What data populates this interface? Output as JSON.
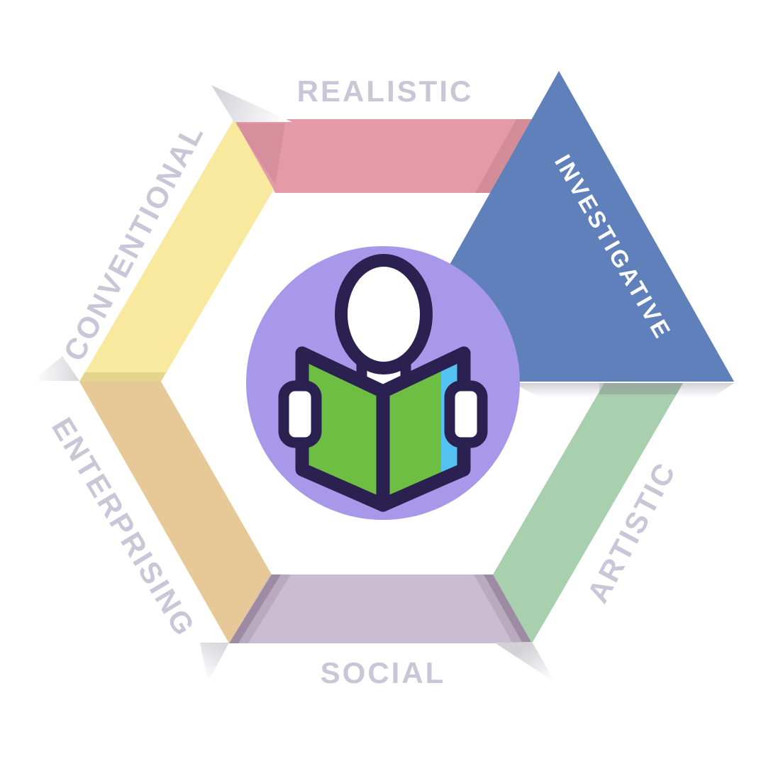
{
  "diagram": {
    "type": "riasec-hexagon",
    "segments": [
      {
        "id": "realistic",
        "label": "REALISTIC",
        "color": "#e59aa7",
        "selected": false
      },
      {
        "id": "investigative",
        "label": "INVESTIGATIVE",
        "color": "#5f80ba",
        "selected": true
      },
      {
        "id": "artistic",
        "label": "ARTISTIC",
        "color": "#a8cfae",
        "selected": false
      },
      {
        "id": "social",
        "label": "SOCIAL",
        "color": "#cbbcd1",
        "selected": false
      },
      {
        "id": "enterprising",
        "label": "ENTERPRISING",
        "color": "#e7c998",
        "selected": false
      },
      {
        "id": "conventional",
        "label": "CONVENTIONAL",
        "color": "#f9e99e",
        "selected": false
      }
    ],
    "label_color": "#c9c6d8",
    "selected_label_color": "#ffffff",
    "center_icon": {
      "name": "person-reading-book-icon",
      "colors": {
        "circle": "#a798e9",
        "book_cover": "#6fbe44",
        "page_edge": "#55c2f2",
        "outline": "#2a2150",
        "figure": "#ffffff"
      }
    }
  }
}
